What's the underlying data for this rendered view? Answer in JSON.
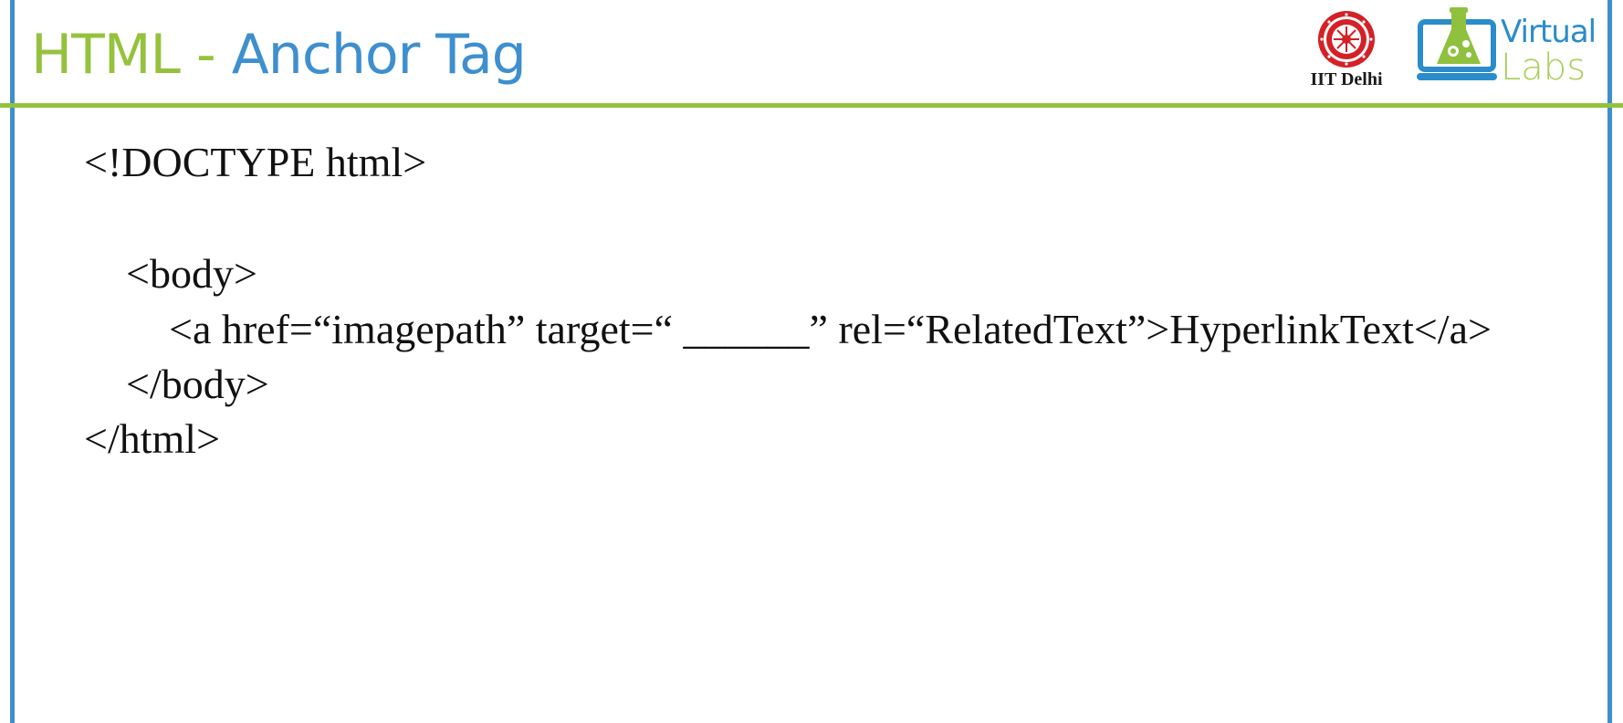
{
  "slide": {
    "title_part1": "HTML",
    "title_sep": " - ",
    "title_part2": "Anchor Tag",
    "colors": {
      "green": "#95c23d",
      "blue": "#3d8fcf",
      "logo_red": "#d42026"
    }
  },
  "logos": {
    "iit": {
      "icon": "iit-delhi-seal-icon",
      "caption": "IIT Delhi"
    },
    "vlabs": {
      "icon": "virtual-labs-flask-laptop-icon",
      "word1": "Virtual",
      "word2": "Labs"
    }
  },
  "code": {
    "line1": "<!DOCTYPE html>",
    "line2": "<body>",
    "line3": "<a href=“imagepath” target=“ ______” rel=“RelatedText”>HyperlinkText</a>",
    "line4": "</body>",
    "line5": "</html>"
  }
}
